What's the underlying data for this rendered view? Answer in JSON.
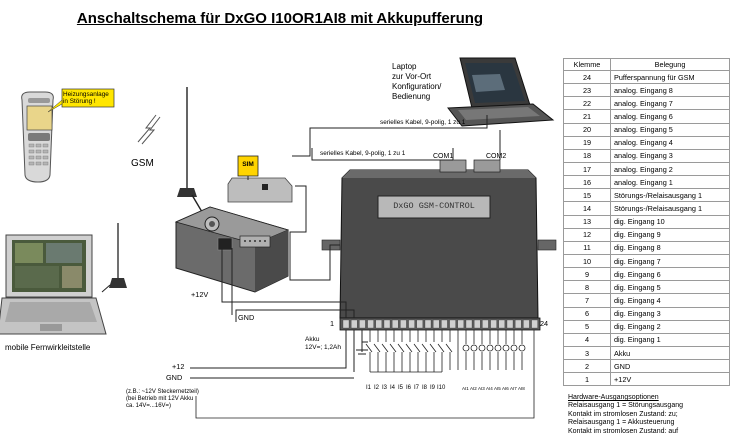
{
  "title": "Anschaltschema für DxGO I10OR1AI8 mit Akkupufferung",
  "labels": {
    "phone_screen": "Heizungsanlage in Störung !",
    "gsm": "GSM",
    "sim": "SIM",
    "laptop": "Laptop\nzur Vor-Ort\nKonfiguration/\nBedienung",
    "cable1": "serielles Kabel, 9-polig, 1 zu 1",
    "cable2": "serielles Kabel, 9-polig, 1 zu 1",
    "com1": "COM1",
    "com2": "COM2",
    "lcd": "DxGO GSM-CONTROL",
    "mobile_station": "mobile Fernwirkleitstelle",
    "v12": "+12V",
    "gnd": "GND",
    "akku": "Akku\n12V=; 1,2Ah",
    "plus12": "+12",
    "gnd2": "GND",
    "supply_note": "(z.B.: ~12V Steckernetzteil)\n(bei Betrieb mit 12V Akku\nca. 14V=...16V=)",
    "term_first": "1",
    "term_last": "24",
    "inputs": [
      "I1",
      "I2",
      "I3",
      "I4",
      "I5",
      "I6",
      "I7",
      "I8",
      "I9",
      "I10"
    ],
    "analog_inputs": [
      "AI1",
      "AI2",
      "AI3",
      "AI4",
      "AI5",
      "AI6",
      "AI7",
      "AI8"
    ]
  },
  "table": {
    "headers": [
      "Klemme",
      "Belegung"
    ],
    "rows": [
      [
        "24",
        "Pufferspannung für GSM"
      ],
      [
        "23",
        "analog. Eingang 8"
      ],
      [
        "22",
        "analog. Eingang 7"
      ],
      [
        "21",
        "analog. Eingang 6"
      ],
      [
        "20",
        "analog. Eingang 5"
      ],
      [
        "19",
        "analog. Eingang 4"
      ],
      [
        "18",
        "analog. Eingang 3"
      ],
      [
        "17",
        "analog. Eingang 2"
      ],
      [
        "16",
        "analog. Eingang 1"
      ],
      [
        "15",
        "Störungs-/Relaisausgang 1"
      ],
      [
        "14",
        "Störungs-/Relaisausgang 1"
      ],
      [
        "13",
        "dig. Eingang 10"
      ],
      [
        "12",
        "dig. Eingang 9"
      ],
      [
        "11",
        "dig. Eingang 8"
      ],
      [
        "10",
        "dig. Eingang 7"
      ],
      [
        "9",
        "dig. Eingang 6"
      ],
      [
        "8",
        "dig. Eingang 5"
      ],
      [
        "7",
        "dig. Eingang 4"
      ],
      [
        "6",
        "dig. Eingang 3"
      ],
      [
        "5",
        "dig. Eingang 2"
      ],
      [
        "4",
        "dig. Eingang 1"
      ],
      [
        "3",
        "Akku"
      ],
      [
        "2",
        "GND"
      ],
      [
        "1",
        "+12V"
      ]
    ]
  },
  "notes": {
    "heading": "Hardware-Ausgangsoptionen",
    "lines": [
      "Relaisausgang 1 = Störungsausgang",
      "Kontakt im stromlosen Zustand: zu;",
      "Relaisausgang 1 = Akkusteuerung",
      "Kontakt im stromlosen Zustand: auf"
    ]
  }
}
